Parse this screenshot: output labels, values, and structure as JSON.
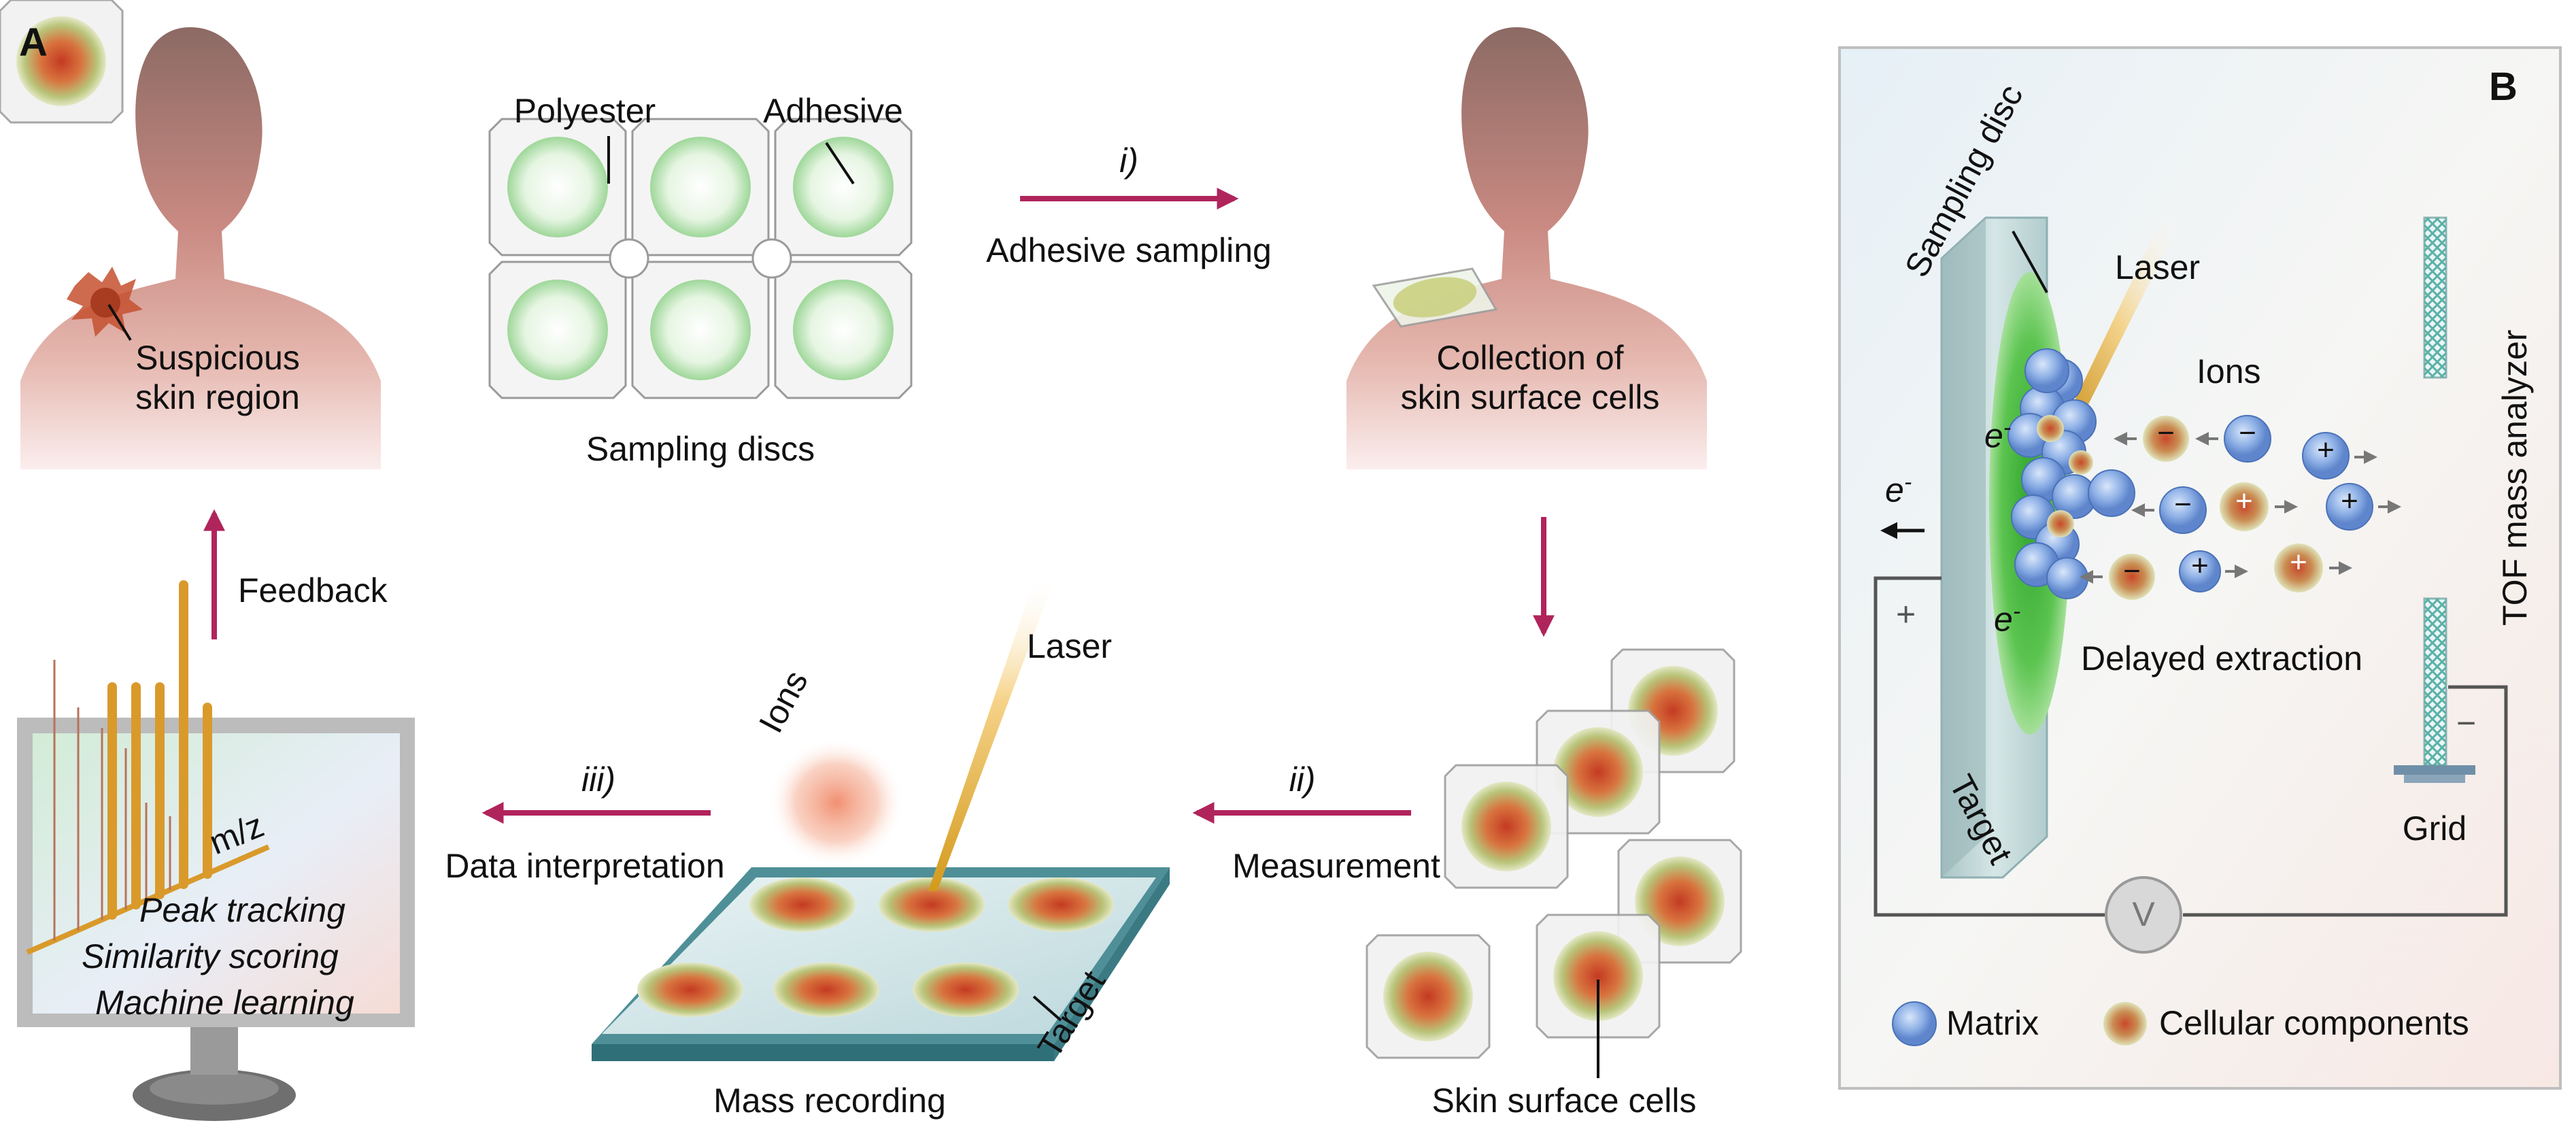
{
  "panels": {
    "a": "A",
    "b": "B"
  },
  "panel_a": {
    "suspicious_line1": "Suspicious",
    "suspicious_line2": "skin region",
    "polyester": "Polyester",
    "adhesive": "Adhesive",
    "sampling_discs": "Sampling discs",
    "step_i": "i)",
    "adhesive_sampling": "Adhesive sampling",
    "collection_line1": "Collection of",
    "collection_line2": "skin surface cells",
    "feedback": "Feedback",
    "laser": "Laser",
    "ions": "Ions",
    "step_iii": "iii)",
    "data_interpretation": "Data interpretation",
    "step_ii": "ii)",
    "measurement": "Measurement",
    "mz": "m/z",
    "peak_tracking": "Peak tracking",
    "similarity_scoring": "Similarity scoring",
    "machine_learning": "Machine learning",
    "target": "Target",
    "mass_recording": "Mass recording",
    "skin_surface_cells": "Skin surface cells"
  },
  "panel_b": {
    "sampling_disc": "Sampling disc",
    "laser": "Laser",
    "ions": "Ions",
    "tof": "TOF mass analyzer",
    "electron": "e",
    "electron_sup": "-",
    "plus": "+",
    "minus": "−",
    "delayed_extraction": "Delayed extraction",
    "target": "Target",
    "grid": "Grid",
    "voltmeter": "V",
    "legend_matrix": "Matrix",
    "legend_cellular": "Cellular components"
  },
  "colors": {
    "arrow": "#b0245c",
    "matrix": "#7ea6e0",
    "cellular_center": "#c9482a",
    "cellular_edge": "#d8ddb0",
    "adhesive_green": "#9fd89a",
    "silhouette": "#8a6b65",
    "spectrum": "#d99a2b"
  }
}
